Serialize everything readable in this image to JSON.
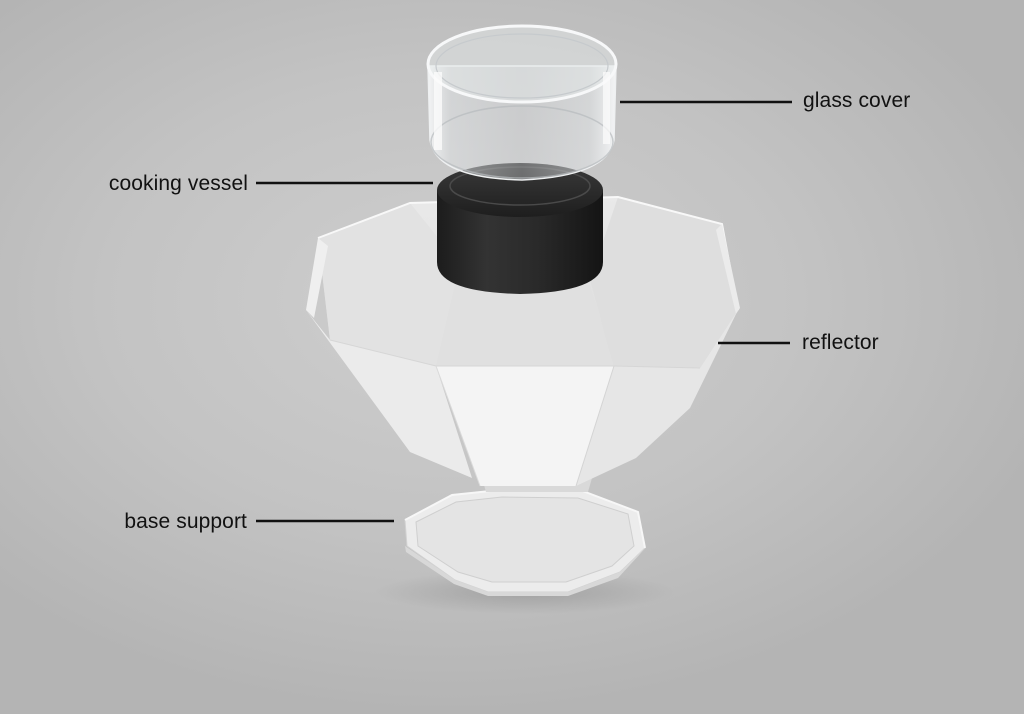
{
  "labels": {
    "glass_cover": "glass cover",
    "cooking_vessel": "cooking vessel",
    "reflector": "reflector",
    "base_support": "base support"
  },
  "colors": {
    "background": "#c3c3c3",
    "leader_line": "#111111",
    "label_text": "#111111",
    "vessel": "#2a2a2a",
    "reflector": "#f2f2f2",
    "glass": "#e8ecee"
  }
}
